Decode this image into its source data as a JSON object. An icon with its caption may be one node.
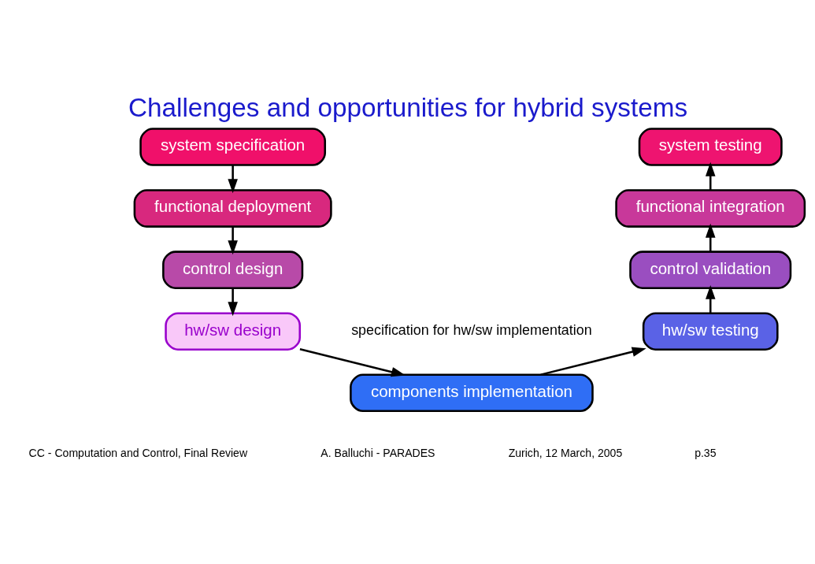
{
  "diagram": {
    "title": "Challenges and opportunities for hybrid systems",
    "nodes": [
      {
        "text": [
          "system specification"
        ]
      },
      {
        "text": [
          "functional deployment"
        ]
      },
      {
        "text": [
          "control design"
        ]
      },
      {
        "text": [
          "hw/sw design"
        ]
      },
      {
        "text": [
          "components implementation"
        ]
      },
      {
        "text": [
          "hw/sw testing"
        ]
      },
      {
        "text": [
          "control validation"
        ]
      },
      {
        "text": [
          "functional integration"
        ]
      },
      {
        "text": [
          "system testing"
        ]
      }
    ],
    "edges": [
      {
        "from": 0,
        "to": 1,
        "arrow": "to"
      },
      {
        "from": 1,
        "to": 2,
        "arrow": "to"
      },
      {
        "from": 2,
        "to": 3,
        "arrow": "to"
      },
      {
        "from": 3,
        "to": 4,
        "arrow": "to"
      },
      {
        "from": 4,
        "to": 5,
        "arrow": "to"
      },
      {
        "from": 5,
        "to": 6,
        "arrow": "to"
      },
      {
        "from": 6,
        "to": 7,
        "arrow": "to"
      },
      {
        "from": 7,
        "to": 8,
        "arrow": "to"
      }
    ],
    "labels": [
      "specification for hw/sw implementation",
      "CC - Computation and Control, Final Review",
      "A. Balluchi - PARADES",
      "Zurich, 12 March, 2005",
      "p.35"
    ]
  }
}
